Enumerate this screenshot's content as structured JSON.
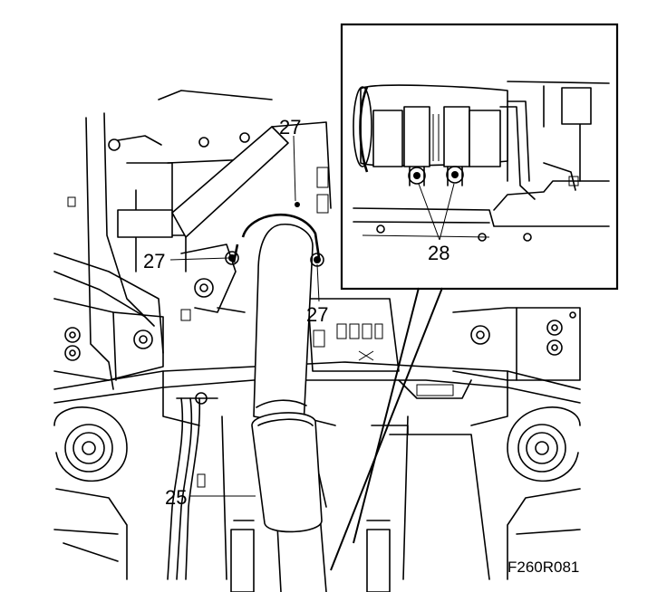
{
  "callouts": {
    "c25": "25",
    "c27_top": "27",
    "c27_left": "27",
    "c27_bottom": "27",
    "c28": "28"
  },
  "figure_code": "F260R081",
  "colors": {
    "ink": "#000000",
    "paper": "#ffffff"
  }
}
